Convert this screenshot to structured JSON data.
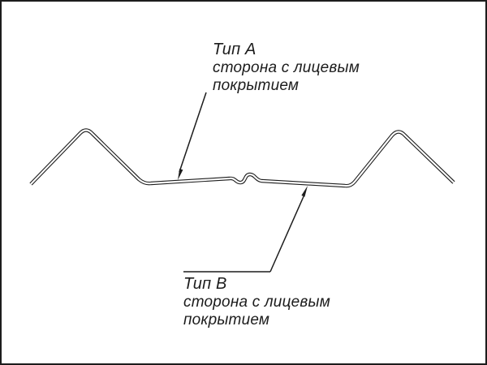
{
  "drawing": {
    "background_color": "#ffffff",
    "line_color": "#1c1c1c",
    "kind": "profiled-sheet-cross-section"
  },
  "labels": {
    "type_a": {
      "title": "Тип А",
      "line1": "сторона с лицевым",
      "line2": "покрытием"
    },
    "type_b": {
      "title": "Тип B",
      "line1": "сторона с лицевым",
      "line2": "покрытием"
    }
  }
}
